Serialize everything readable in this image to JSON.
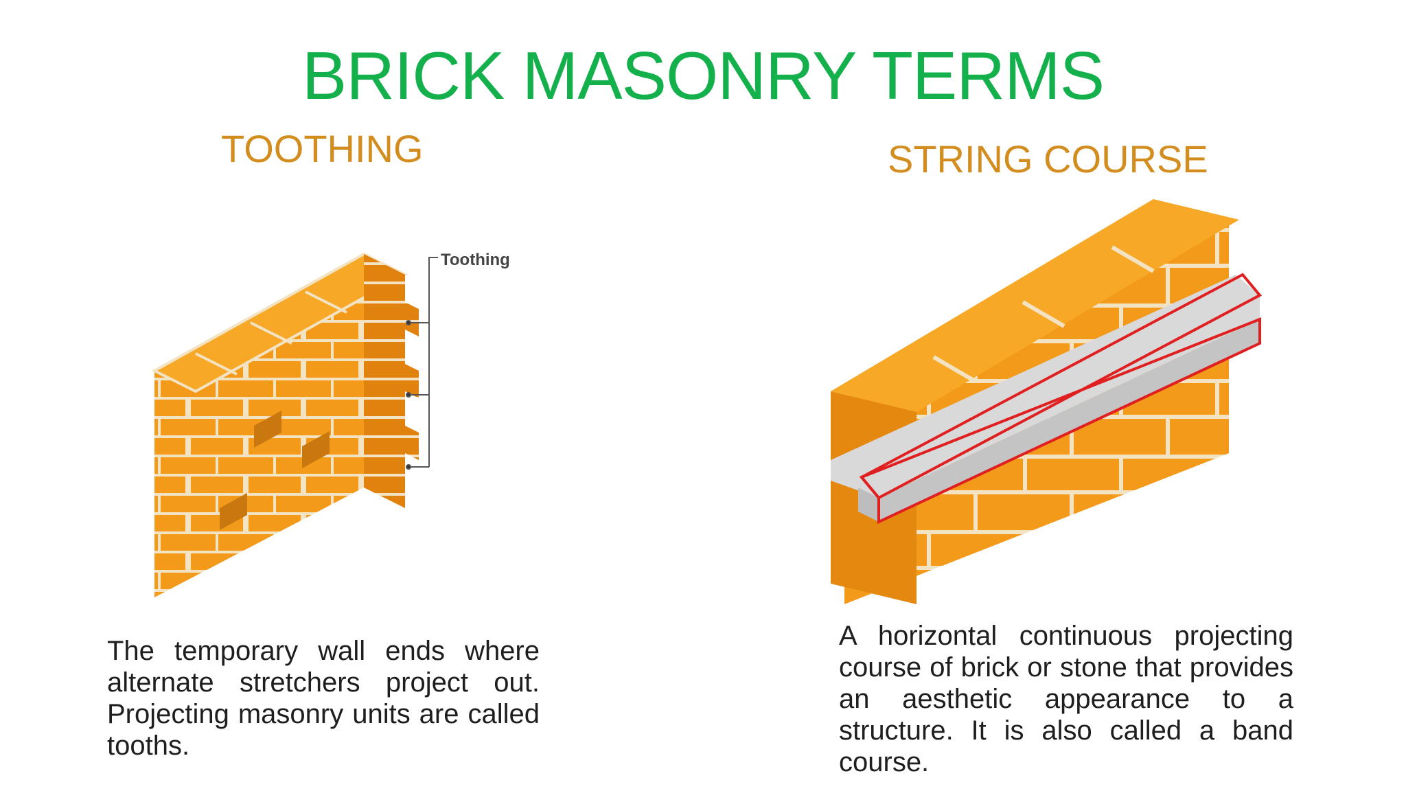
{
  "slide": {
    "title": "BRICK MASONRY TERMS",
    "colors": {
      "title": "#14b04c",
      "subheading": "#d38c1e",
      "brick": "#f39a1a",
      "mortar": "#f3e3c3",
      "string_course": "#d9d9d9",
      "outline": "#e02020"
    }
  },
  "toothing": {
    "heading": "TOOTHING",
    "callout_label": "Toothing",
    "description": "The temporary wall ends where alternate stretchers project out. Projecting masonry units are called tooths."
  },
  "string_course": {
    "heading": "STRING COURSE",
    "description": "A horizontal continuous projecting course of brick or stone that provides an aesthetic appearance to a structure. It is also called a band course."
  }
}
